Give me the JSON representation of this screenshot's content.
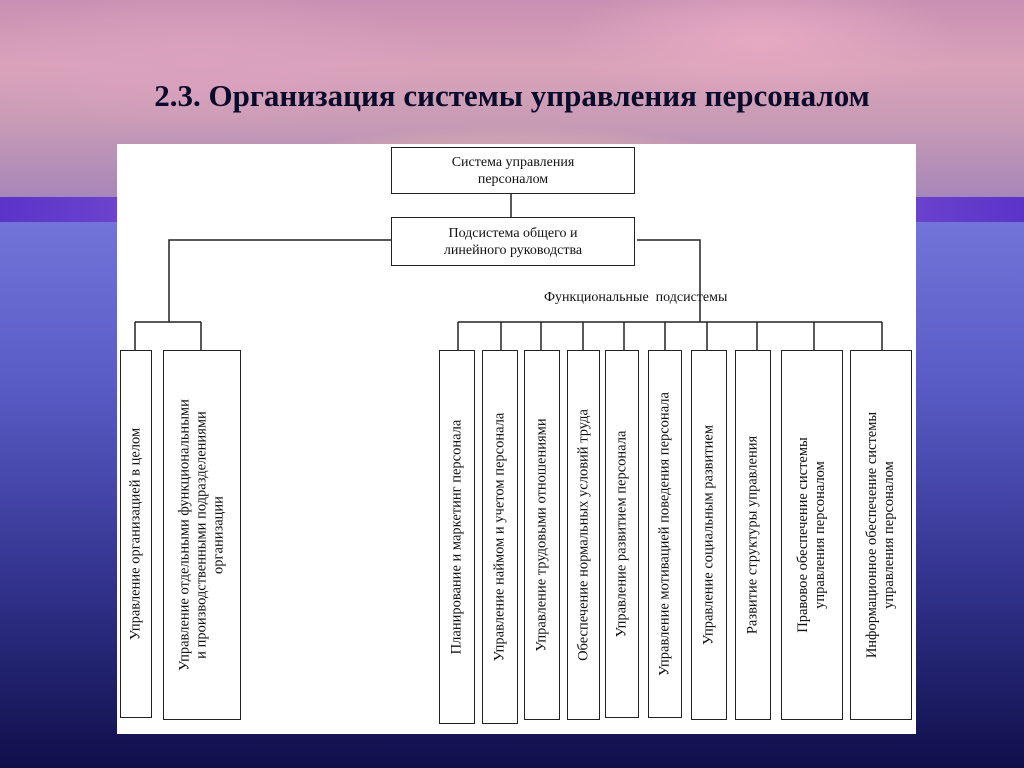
{
  "slide": {
    "title": "2.3. Организация системы управления персоналом"
  },
  "diagram": {
    "root": "Система управления\nперсоналом",
    "general": "Подсистема общего и\nлинейного руководства",
    "functional_label": "Функциональные  подсистемы",
    "left_items": [
      "Управление организацией в целом",
      "Управление отдельными функциональными\nи производственными подразделениями\nорганизации"
    ],
    "functional_items": [
      "Планирование и маркетинг персонала",
      "Управление наймом и учетом персонала",
      "Управление трудовыми отношениями",
      "Обеспечение нормальных условий труда",
      "Управление развитием персонала",
      "Управление мотивацией поведения персонала",
      "Управление социальным развитием",
      "Развитие структуры управления",
      "Правовое обеспечение системы\nуправления персоналом",
      "Информационное обеспечение системы\nуправления персоналом"
    ]
  },
  "colors": {
    "line": "#222222",
    "panel": "#ffffff",
    "title": "#0a0a2a"
  }
}
